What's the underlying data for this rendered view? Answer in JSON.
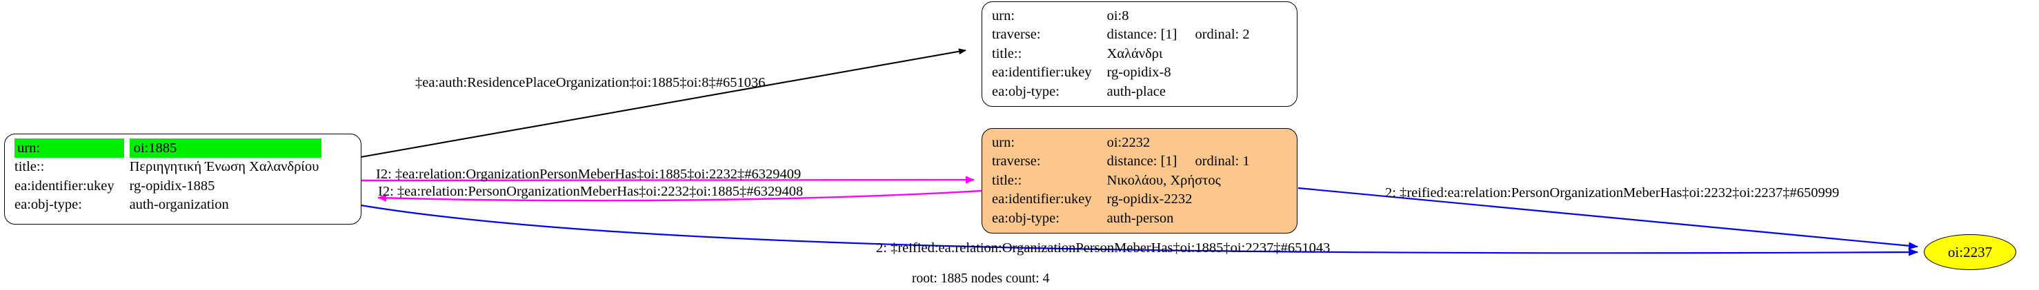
{
  "graph": {
    "footer": "root: 1885 nodes count: 4",
    "colors": {
      "highlight_green": "#00ec00",
      "person_orange": "#fbc78d",
      "target_yellow": "#ffff00",
      "edge_black": "#000000",
      "edge_magenta": "#ff00ff",
      "edge_blue": "#0000ee"
    }
  },
  "nodes": {
    "organization": {
      "name": "oi:1885",
      "rows": [
        {
          "key": "urn:",
          "value": "oi:1885",
          "highlight": true
        },
        {
          "key": "title::",
          "value": "Περιηγητική Ένωση Χαλανδρίου",
          "highlight": false
        },
        {
          "key": "ea:identifier:ukey",
          "value": "rg-opidix-1885",
          "highlight": false
        },
        {
          "key": "ea:obj-type:",
          "value": "auth-organization",
          "highlight": false
        }
      ]
    },
    "place": {
      "name": "oi:8",
      "rows": [
        {
          "key": "urn:",
          "value": "oi:8",
          "extra": ""
        },
        {
          "key": "traverse:",
          "value": "distance: [1]",
          "extra": "ordinal: 2"
        },
        {
          "key": "title::",
          "value": "Χαλάνδρι",
          "extra": ""
        },
        {
          "key": "ea:identifier:ukey",
          "value": "rg-opidix-8",
          "extra": ""
        },
        {
          "key": "ea:obj-type:",
          "value": "auth-place",
          "extra": ""
        }
      ]
    },
    "person": {
      "name": "oi:2232",
      "rows": [
        {
          "key": "urn:",
          "value": "oi:2232",
          "extra": ""
        },
        {
          "key": "traverse:",
          "value": "distance: [1]",
          "extra": "ordinal: 1"
        },
        {
          "key": "title::",
          "value": "Νικολάου, Χρήστος",
          "extra": ""
        },
        {
          "key": "ea:identifier:ukey",
          "value": "rg-opidix-2232",
          "extra": ""
        },
        {
          "key": "ea:obj-type:",
          "value": "auth-person",
          "extra": ""
        }
      ]
    },
    "target": {
      "label": "oi:2237"
    }
  },
  "edges": {
    "residence_place": {
      "label": "‡ea:auth:ResidencePlaceOrganization‡oi:1885‡oi:8‡#651036",
      "color": "#000000"
    },
    "org_person_member": {
      "label": "I2: ‡ea:relation:OrganizationPersonMeberHas‡oi:1885‡oi:2232‡#6329409",
      "color": "#ff00ff"
    },
    "person_org_member": {
      "label": "I2: ‡ea:relation:PersonOrganizationMeberHas‡oi:2232‡oi:1885‡#6329408",
      "color": "#ff00ff"
    },
    "reified_person_org": {
      "label": "2: ‡reified:ea:relation:PersonOrganizationMeberHas‡oi:2232‡oi:2237‡#650999",
      "color": "#0000ee"
    },
    "reified_org_person": {
      "label": "2: ‡reified:ea:relation:OrganizationPersonMeberHas‡oi:1885‡oi:2237‡#651043",
      "color": "#0000ee"
    }
  }
}
